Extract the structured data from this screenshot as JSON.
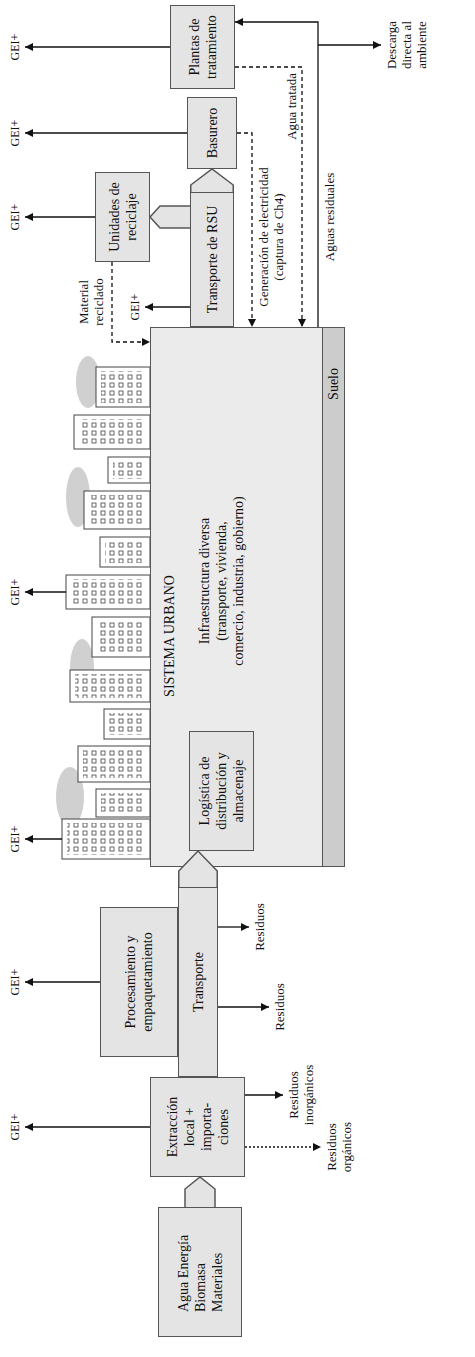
{
  "diagram": {
    "nodes": [
      {
        "text": [
          "Agua Energía Biomasa Materiales"
        ]
      },
      {
        "text": [
          "Extracción local + importa- ciones"
        ]
      },
      {
        "text": [
          "Procesamiento y empaquetamiento"
        ]
      },
      {
        "text": [
          "Transporte"
        ]
      },
      {
        "text": [
          "SISTEMA URBANO",
          "Infraestructura diversa (transporte, vivienda, comercio, industria, gobierno)"
        ]
      },
      {
        "text": [
          "Logística de distribución y almacenaje"
        ],
        "in": 4
      },
      {
        "text": [
          "Suelo"
        ],
        "in": 4
      },
      {
        "text": [
          "Transporte de RSU"
        ]
      },
      {
        "text": [
          "Unidades de reciclaje"
        ]
      },
      {
        "text": [
          "Basurero"
        ]
      },
      {
        "text": [
          "Plantas de tratamiento"
        ]
      }
    ],
    "edges": [
      {
        "from": 0,
        "to": 1,
        "arrow": "to"
      },
      {
        "from": 3,
        "to": 5,
        "arrow": "to"
      },
      {
        "from": 7,
        "to": 9,
        "arrow": "to"
      },
      {
        "from": 7,
        "to": 8,
        "arrow": "to"
      },
      {
        "from": 8,
        "to": 4,
        "label": "Material reciclado",
        "arrow": "to"
      },
      {
        "from": 9,
        "to": 4,
        "label": "Generación de electricidad (captura de Ch4)",
        "arrow": "to"
      },
      {
        "from": 10,
        "to": 4,
        "label": "Agua tratada",
        "arrow": "to"
      },
      {
        "from": 4,
        "to": 10,
        "label": "Aguas residuales",
        "arrow": "to"
      }
    ],
    "labels": [
      "GEI+",
      "GEI+",
      "GEI+",
      "GEI+",
      "GEI+",
      "GEI+",
      "GEI+",
      "GEI+",
      "Residuos",
      "Residuos",
      "Residuos inorgánicos",
      "Residuos orgánicos",
      "Descarga directa al ambiente"
    ]
  }
}
